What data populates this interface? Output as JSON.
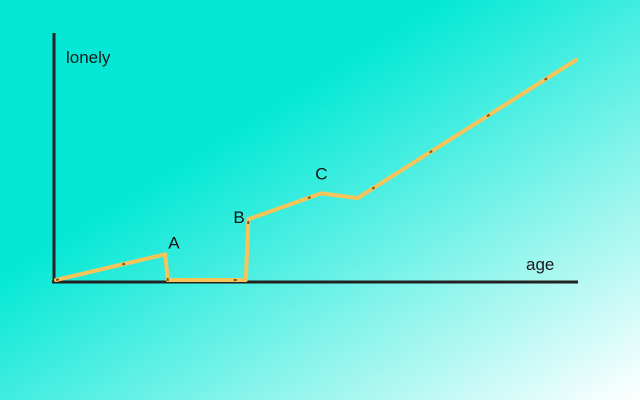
{
  "chart_data": {
    "type": "line",
    "title": "",
    "xlabel": "age",
    "ylabel": "lonely",
    "grid": false,
    "legend": "none",
    "xlim": [
      0,
      100
    ],
    "ylim": [
      0,
      100
    ],
    "series": [
      {
        "color": "#f7c45a",
        "points": [
          {
            "x": 0,
            "y": 0
          },
          {
            "x": 21,
            "y": 11
          },
          {
            "x": 21.5,
            "y": 0
          },
          {
            "x": 36.5,
            "y": 0
          },
          {
            "x": 37,
            "y": 26
          },
          {
            "x": 51,
            "y": 37
          },
          {
            "x": 58,
            "y": 35
          },
          {
            "x": 100,
            "y": 94
          }
        ]
      }
    ],
    "annotations": [
      {
        "text": "A",
        "x": 21,
        "y": 11
      },
      {
        "text": "B",
        "x": 37,
        "y": 26
      },
      {
        "text": "C",
        "x": 51,
        "y": 37
      }
    ],
    "colors": {
      "background_start": "#06e8d6",
      "background_end": "#ffffff",
      "axis": "#222222",
      "line": "#f7c45a",
      "line_dash": "#5a3a10"
    }
  }
}
